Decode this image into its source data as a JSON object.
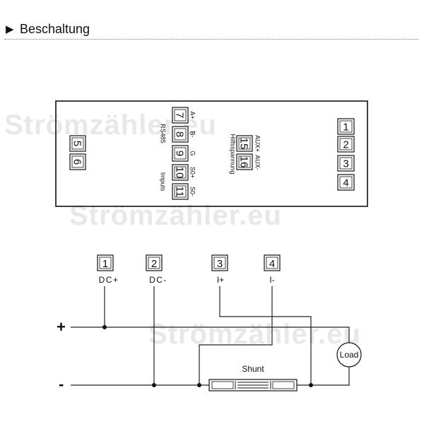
{
  "section": {
    "title": "Beschaltung",
    "marker_icon": "triangle-right-icon"
  },
  "watermark": {
    "text": "Strömzähler.eu"
  },
  "meter": {
    "terminals": {
      "t1": "1",
      "t2": "2",
      "t3": "3",
      "t4": "4",
      "t5": "5",
      "t6": "6",
      "t7": "7",
      "t8": "8",
      "t9": "9",
      "t10": "10",
      "t11": "11",
      "t15": "15",
      "t16": "16"
    },
    "labels": {
      "a_plus": "A+",
      "b_minus": "B-",
      "g": "G",
      "s0_plus": "S0+",
      "s0_minus": "S0-",
      "rs485": "RS485",
      "impuls": "Impuls",
      "aux_plus": "AUX+",
      "aux_minus": "AUX-",
      "hilfsspannung": "Hilfsspannung"
    }
  },
  "wiring": {
    "terminals": {
      "t1": "1",
      "t2": "2",
      "t3": "3",
      "t4": "4"
    },
    "labels": {
      "dc_plus": "DC+",
      "dc_minus": "DC-",
      "i_plus": "I+",
      "i_minus": "I-"
    },
    "plus_sign": "+",
    "minus_sign": "-",
    "shunt": "Shunt",
    "load": "Load"
  }
}
